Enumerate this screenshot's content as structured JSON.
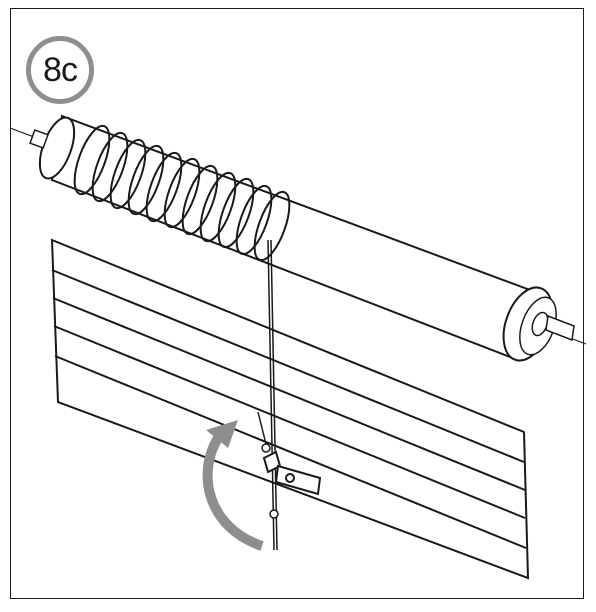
{
  "step": {
    "label": "8c"
  },
  "colors": {
    "line": "#1a1a1a",
    "arrow": "#8e8e8e",
    "badge_ring": "#8e8e8e",
    "background": "#ffffff"
  },
  "illustration": {
    "objects": [
      "roller-tube",
      "cord-coil",
      "pull-cord",
      "shade-panel",
      "mounting-clip",
      "rotation-arrow"
    ]
  }
}
